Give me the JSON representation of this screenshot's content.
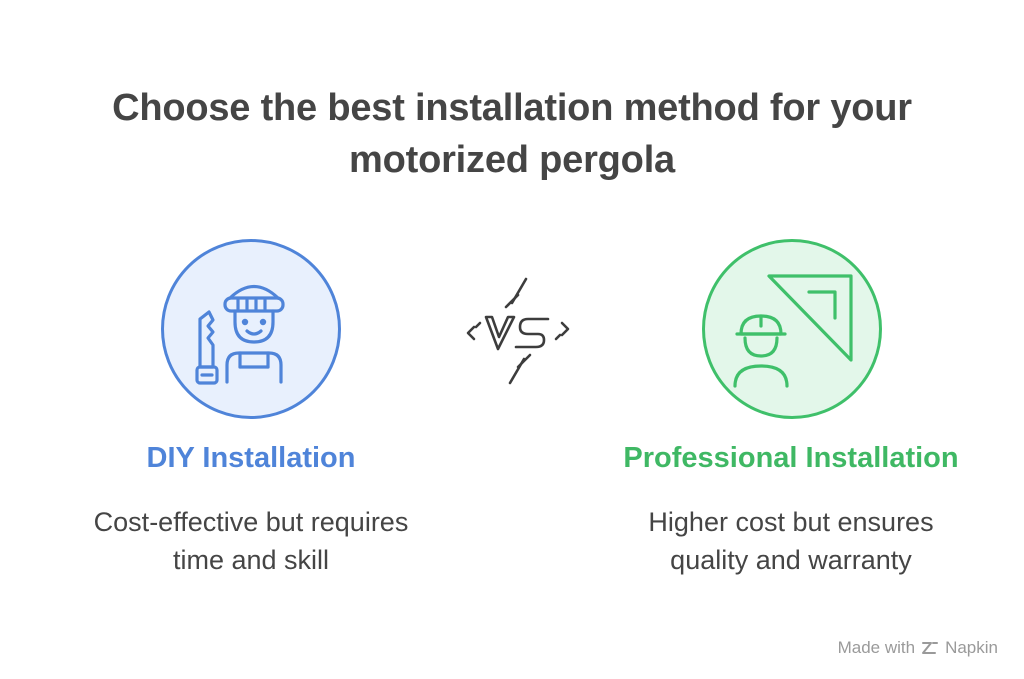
{
  "title": {
    "line1": "Choose the best installation method for your",
    "line2": "motorized pergola"
  },
  "options": [
    {
      "label": "DIY Installation",
      "description_line1": "Cost-effective but requires",
      "description_line2": "time and skill",
      "icon": "diy-worker-saw-icon",
      "color": "#4f84d9",
      "background": "#e8f0fd"
    },
    {
      "label": "Professional Installation",
      "description_line1": "Higher cost but ensures",
      "description_line2": "quality and warranty",
      "icon": "professional-engineer-icon",
      "color": "#3fc06a",
      "background": "#e3f7ea"
    }
  ],
  "versus": {
    "icon": "versus-lightning-icon"
  },
  "footer": {
    "made_with": "Made with",
    "brand": "Napkin"
  }
}
